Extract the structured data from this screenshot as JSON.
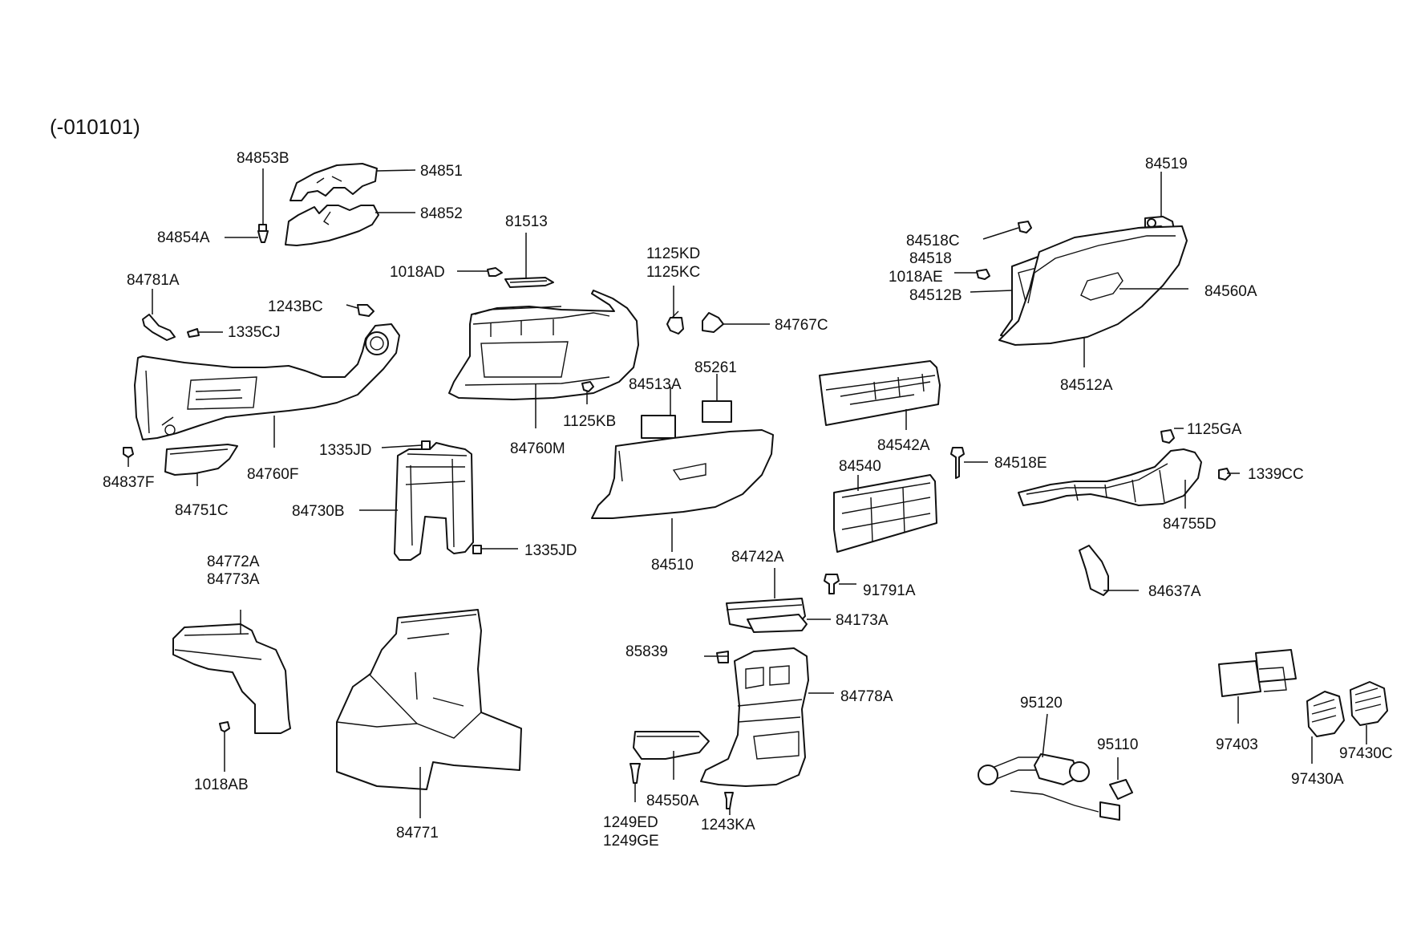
{
  "diagram": {
    "title": "(-010101)",
    "labels": {
      "l84853B": "84853B",
      "l84851": "84851",
      "l84852": "84852",
      "l84854A": "84854A",
      "l84781A": "84781A",
      "l1243BC": "1243BC",
      "l1335CJ": "1335CJ",
      "l84837F": "84837F",
      "l84751C": "84751C",
      "l84760F": "84760F",
      "l81513": "81513",
      "l1018AD": "1018AD",
      "l1125KB": "1125KB",
      "l84760M": "84760M",
      "l1335JD_a": "1335JD",
      "l84730B": "84730B",
      "l1335JD_b": "1335JD",
      "l1125KD": "1125KD",
      "l1125KC": "1125KC",
      "l84767C": "84767C",
      "l84513A": "84513A",
      "l85261": "85261",
      "l84510": "84510",
      "l84542A": "84542A",
      "l84540": "84540",
      "l84518E": "84518E",
      "l91791A": "91791A",
      "l84742A": "84742A",
      "l84173A": "84173A",
      "l85839": "85839",
      "l84778A": "84778A",
      "l84550A": "84550A",
      "l1249ED": "1249ED",
      "l1249GE": "1249GE",
      "l1243KA": "1243KA",
      "l84772A": "84772A",
      "l84773A": "84773A",
      "l1018AB": "1018AB",
      "l84771": "84771",
      "l84519": "84519",
      "l84518C": "84518C",
      "l84518": "84518",
      "l1018AE": "1018AE",
      "l84512B": "84512B",
      "l84560A": "84560A",
      "l84512A": "84512A",
      "l1125GA": "1125GA",
      "l1339CC": "1339CC",
      "l84755D": "84755D",
      "l84637A": "84637A",
      "l95120": "95120",
      "l95110": "95110",
      "l97403": "97403",
      "l97430A": "97430A",
      "l97430C": "97430C"
    }
  }
}
